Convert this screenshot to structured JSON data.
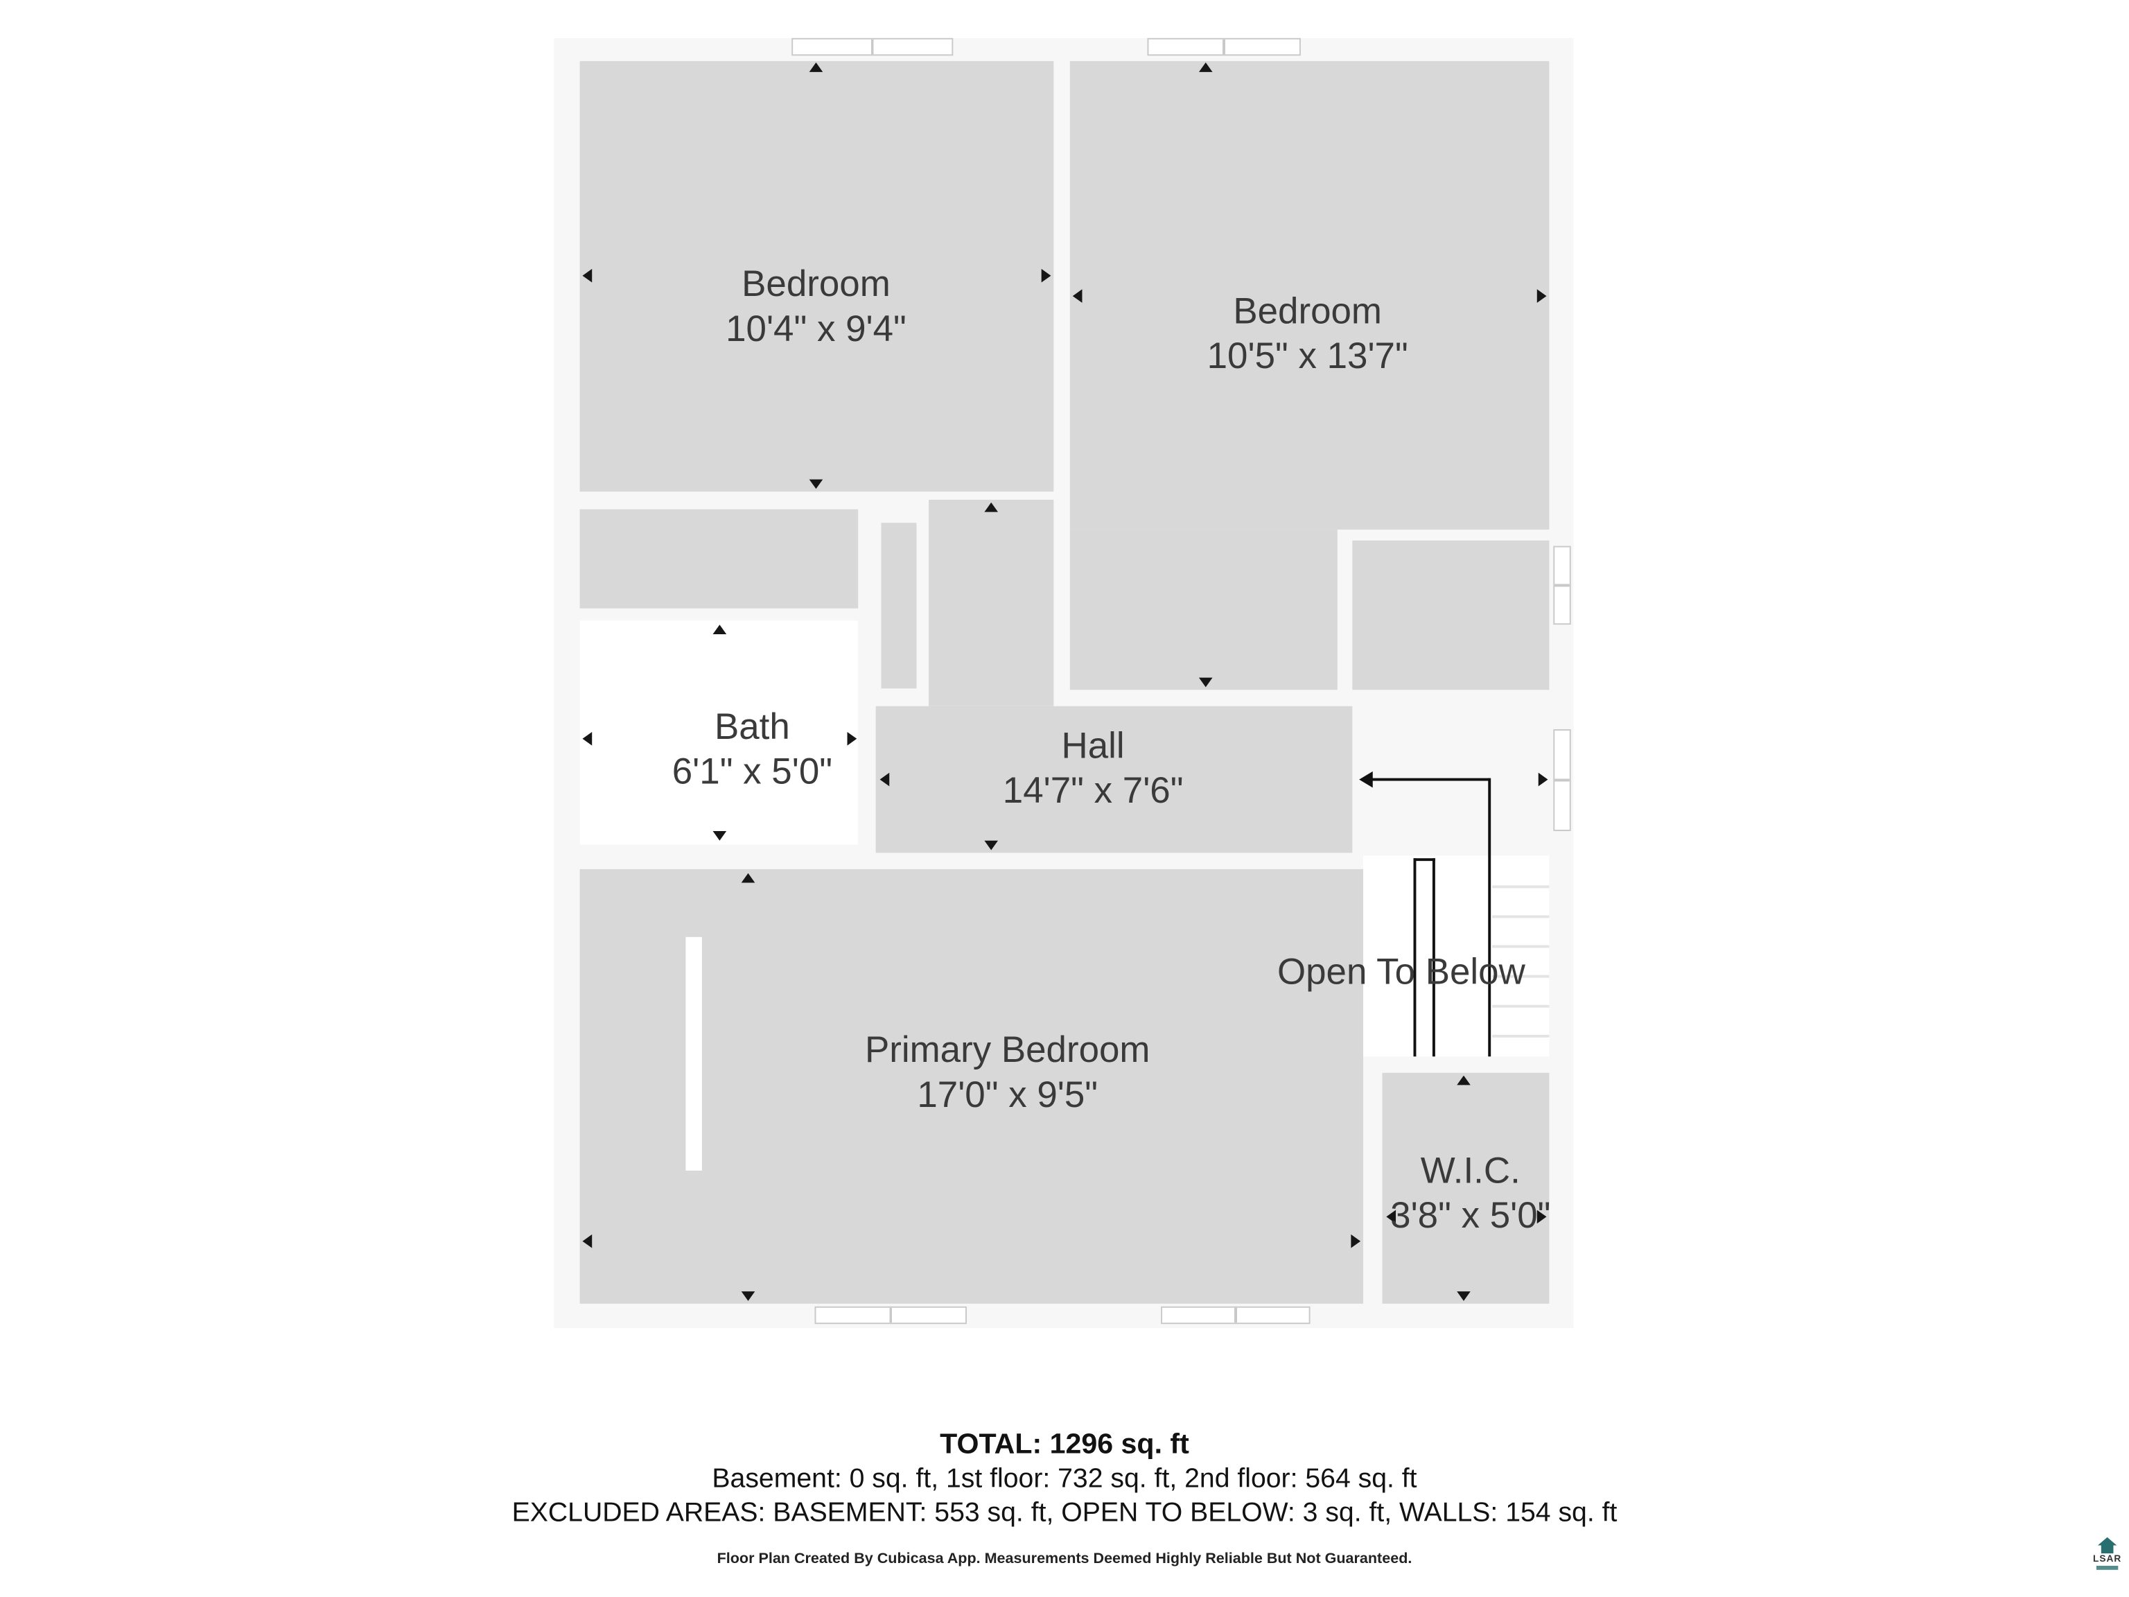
{
  "rooms": {
    "bedroom1": {
      "name": "Bedroom",
      "dims": "10'4\" x 9'4\""
    },
    "bedroom2": {
      "name": "Bedroom",
      "dims": "10'5\" x 13'7\""
    },
    "bath": {
      "name": "Bath",
      "dims": "6'1\" x 5'0\""
    },
    "hall": {
      "name": "Hall",
      "dims": "14'7\" x 7'6\""
    },
    "primary": {
      "name": "Primary Bedroom",
      "dims": "17'0\" x 9'5\""
    },
    "wic": {
      "name": "W.I.C.",
      "dims": "3'8\" x 5'0\""
    },
    "open_below": {
      "name": "Open To Below",
      "dims": ""
    }
  },
  "summary": {
    "total": "TOTAL: 1296 sq. ft",
    "floors": "Basement: 0 sq. ft, 1st floor: 732 sq. ft, 2nd floor: 564 sq. ft",
    "excluded": "EXCLUDED AREAS: BASEMENT: 553 sq. ft, OPEN TO BELOW: 3 sq. ft, WALLS: 154 sq. ft",
    "disclaimer": "Floor Plan Created By Cubicasa App. Measurements Deemed Highly Reliable But Not Guaranteed."
  },
  "logo": {
    "text": "LSAR"
  },
  "colors": {
    "room_fill": "#d8d8d8",
    "plan_backdrop": "#f7f7f7",
    "wall": "#ffffff",
    "label_text": "#3a3a3a",
    "arrow": "#161616"
  }
}
